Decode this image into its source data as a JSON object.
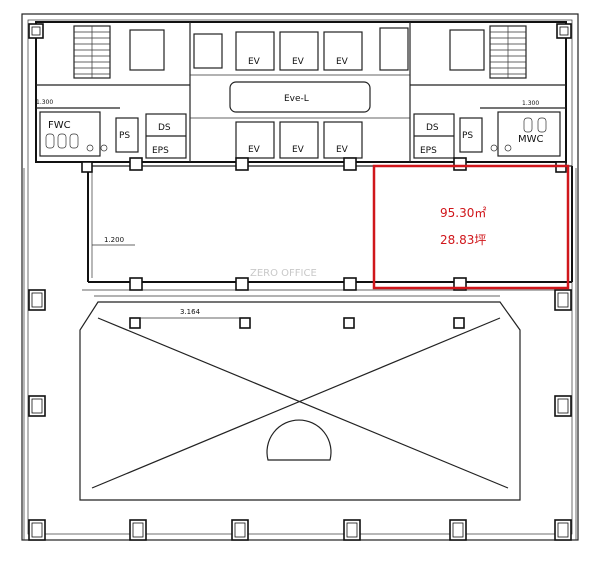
{
  "highlight": {
    "area_m2": "95.30㎡",
    "area_tsubo": "28.83坪",
    "color": "#d0161b"
  },
  "labels": {
    "ev": "EV",
    "ev_hall": "Evе-L",
    "fwc": "FWC",
    "mwc": "MWC",
    "ps": "PS",
    "ds": "DS",
    "eps": "EPS",
    "watermark": "ZERO OFFICE"
  },
  "dimensions": {
    "left_offset": "1.200",
    "span": "3.164",
    "right_top": "1.300",
    "left_top": "1.300"
  },
  "icons": [
    "stair-icon",
    "column-icon",
    "elevator-icon",
    "toilet-icon"
  ]
}
